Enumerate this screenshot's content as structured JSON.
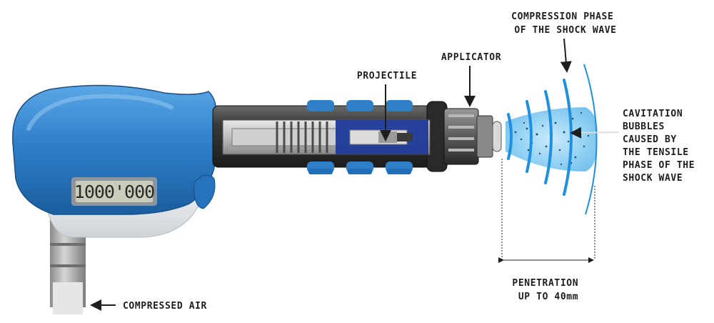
{
  "labels": {
    "compression_phase": [
      "COMPRESSION PHASE",
      "OF THE SHOCK WAVE"
    ],
    "applicator": "APPLICATOR",
    "projectile": "PROJECTILE",
    "cavitation": [
      "CAVITATION",
      "BUBBLES",
      "CAUSED BY",
      "THE TENSILE",
      "PHASE OF THE",
      "SHOCK WAVE"
    ],
    "penetration": [
      "PENETRATION",
      "UP TO 40mm"
    ],
    "compressed_air": "COMPRESSED AIR",
    "counter_display": "1000'000"
  },
  "colors": {
    "handle_blue": "#2f7fc9",
    "barrel_dark": "#2e2e2e",
    "wave_blue": "#1f8fe0",
    "glow_blue": "#7fc8f2"
  }
}
